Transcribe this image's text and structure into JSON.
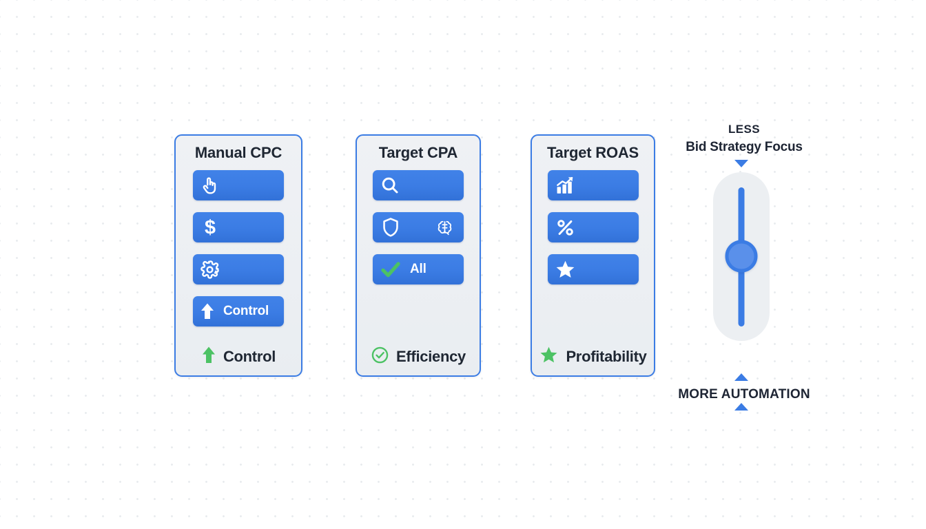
{
  "background": {
    "color": "#ffffff",
    "dot_color": "#e8ebee",
    "pattern": "dot-grid"
  },
  "theme": {
    "accent_blue": "#3b7ce4",
    "accent_green": "#4cc264",
    "card_fill": "#eceff3",
    "text_dark": "#1f2733"
  },
  "cards": [
    {
      "title": "Manual CPC",
      "rows": [
        {
          "icon": "hand-pointer-icon",
          "label": ""
        },
        {
          "icon": "dollar-sign-icon",
          "label": ""
        },
        {
          "icon": "gear-icon",
          "label": ""
        },
        {
          "icon": "arrow-up-icon",
          "label": "Control"
        }
      ],
      "footer": {
        "icon": "arrow-up-icon",
        "label": "Control",
        "icon_color": "#4cc264"
      }
    },
    {
      "title": "Target CPA",
      "rows": [
        {
          "icon": "search-icon",
          "label": ""
        },
        {
          "icon": "shield-icon",
          "icon2": "brain-icon",
          "label": ""
        },
        {
          "icon": "check-icon",
          "label": "All"
        }
      ],
      "footer": {
        "icon": "check-circle-icon",
        "label": "Efficiency",
        "icon_color": "#4cc264"
      }
    },
    {
      "title": "Target ROAS",
      "rows": [
        {
          "icon": "chart-growth-icon",
          "label": ""
        },
        {
          "icon": "percent-icon",
          "label": ""
        },
        {
          "icon": "star-icon",
          "label": ""
        }
      ],
      "footer": {
        "icon": "star-icon",
        "label": "Profitability",
        "icon_color": "#4cc264"
      }
    }
  ],
  "slider": {
    "top_caption": "LESS",
    "title": "Bid Strategy Focus",
    "bottom_caption": "MORE AUTOMATION",
    "thumb_position_percent": 50,
    "track_color": "#3b7ce4",
    "thumb_color": "#5a90ea"
  }
}
